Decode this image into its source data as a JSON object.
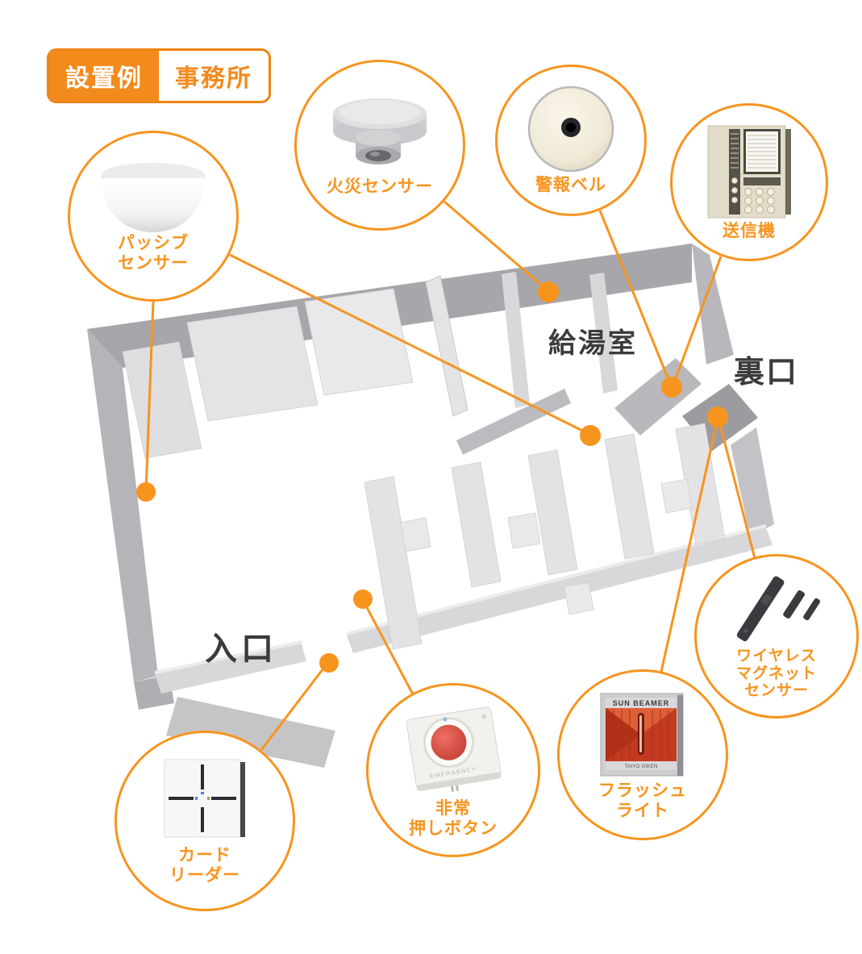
{
  "title_badge": {
    "category_label": "設置例",
    "location_label": "事務所"
  },
  "colors": {
    "accent_orange": "#F7941E",
    "badge_orange": "#F28A1C",
    "wall_gray_dark": "#A7A7AB",
    "wall_gray_mid": "#B9B9BD",
    "wall_gray_light": "#DADADE",
    "furniture_gray": "#E3E3E6",
    "room_label_color": "#3B3B3B",
    "flash_red": "#C33A20",
    "button_red": "#C8433A",
    "bell_cream": "#EFE8D4",
    "panel_beige": "#E3DCC8"
  },
  "floor_plan": {
    "room_labels": [
      {
        "id": "kitchen",
        "text": "給湯室"
      },
      {
        "id": "back-entrance",
        "text": "裏口"
      },
      {
        "id": "entrance",
        "text": "入口"
      }
    ]
  },
  "devices": [
    {
      "id": "passive-sensor",
      "label_lines": [
        "パッシブ",
        "センサー"
      ]
    },
    {
      "id": "fire-sensor",
      "label_lines": [
        "火災センサー"
      ]
    },
    {
      "id": "alarm-bell",
      "label_lines": [
        "警報ベル"
      ]
    },
    {
      "id": "transmitter",
      "label_lines": [
        "送信機"
      ]
    },
    {
      "id": "card-reader",
      "label_lines": [
        "カード",
        "リーダー"
      ]
    },
    {
      "id": "emergency-push-button",
      "label_lines": [
        "非常",
        "押しボタン"
      ],
      "device_text": "EMERGENCY"
    },
    {
      "id": "flash-light",
      "label_lines": [
        "フラッシュ",
        "ライト"
      ],
      "device_text_top": "SUN BEAMER",
      "device_text_bottom": "TAIYO GIKEN"
    },
    {
      "id": "wireless-magnet-sensor",
      "label_lines": [
        "ワイヤレス",
        "マグネット",
        "センサー"
      ]
    }
  ]
}
